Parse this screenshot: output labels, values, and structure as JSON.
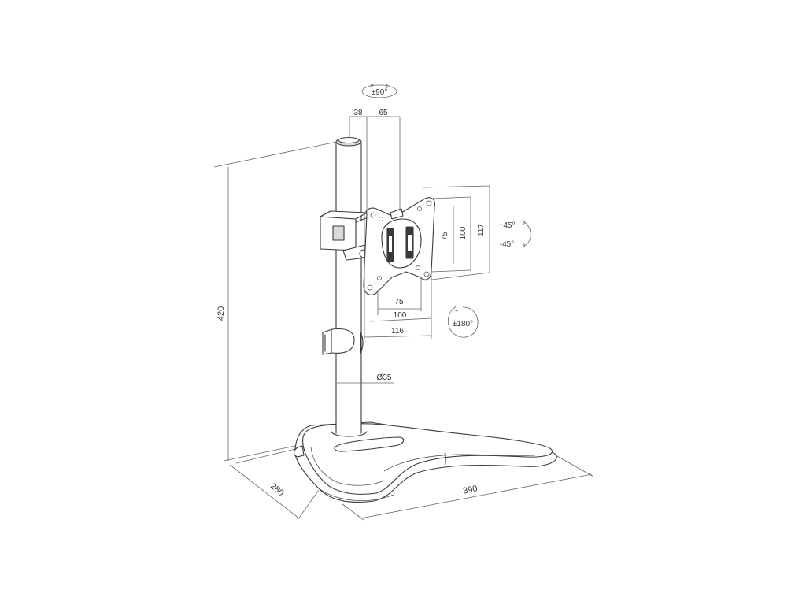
{
  "dimensions": {
    "rotation_top": "±90°",
    "offset_38": "38",
    "offset_65": "65",
    "height_420": "420",
    "vesa_v_75": "75",
    "vesa_v_100": "100",
    "plate_v_117": "117",
    "vesa_h_75": "75",
    "vesa_h_100": "100",
    "plate_h_116": "116",
    "tilt_up": "+45°",
    "tilt_down": "-45°",
    "rotation_180": "±180°",
    "pole_diameter": "Ø35",
    "base_depth": "280",
    "base_width": "390"
  },
  "colors": {
    "line": "#3a3a3a",
    "background": "#ffffff"
  }
}
